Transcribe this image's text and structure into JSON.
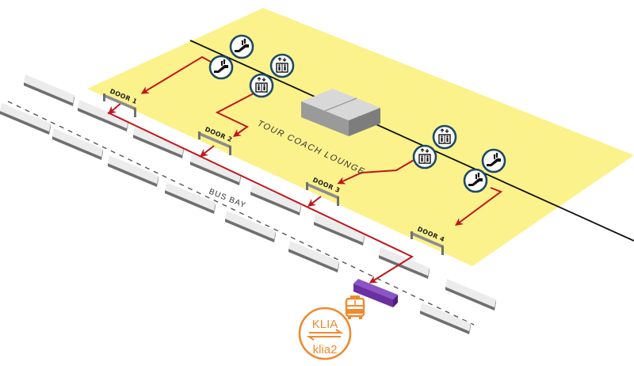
{
  "map": {
    "zone_label": "TOUR COACH LOUNGE",
    "bus_bay_label": "BUS BAY",
    "doors": [
      {
        "label": "DOOR 1"
      },
      {
        "label": "DOOR 2"
      },
      {
        "label": "DOOR 3"
      },
      {
        "label": "DOOR 4"
      }
    ],
    "facilities": [
      {
        "type": "escalator",
        "icon": "escalator-icon"
      },
      {
        "type": "escalator",
        "icon": "escalator-icon"
      },
      {
        "type": "lift",
        "icon": "lift-icon"
      },
      {
        "type": "lift",
        "icon": "lift-icon"
      },
      {
        "type": "lift",
        "icon": "lift-icon"
      },
      {
        "type": "lift",
        "icon": "lift-icon"
      },
      {
        "type": "escalator",
        "icon": "escalator-icon"
      },
      {
        "type": "escalator",
        "icon": "escalator-icon"
      }
    ],
    "colors": {
      "floor": "#fbf28c",
      "route": "#c0161c",
      "bus": "#6a2fa0",
      "logo": "#ef8a2e",
      "icon_ring": "#1d4a66"
    }
  },
  "logo": {
    "top_text": "KLIA",
    "bottom_text": "klia2",
    "icon": "bus-icon"
  }
}
